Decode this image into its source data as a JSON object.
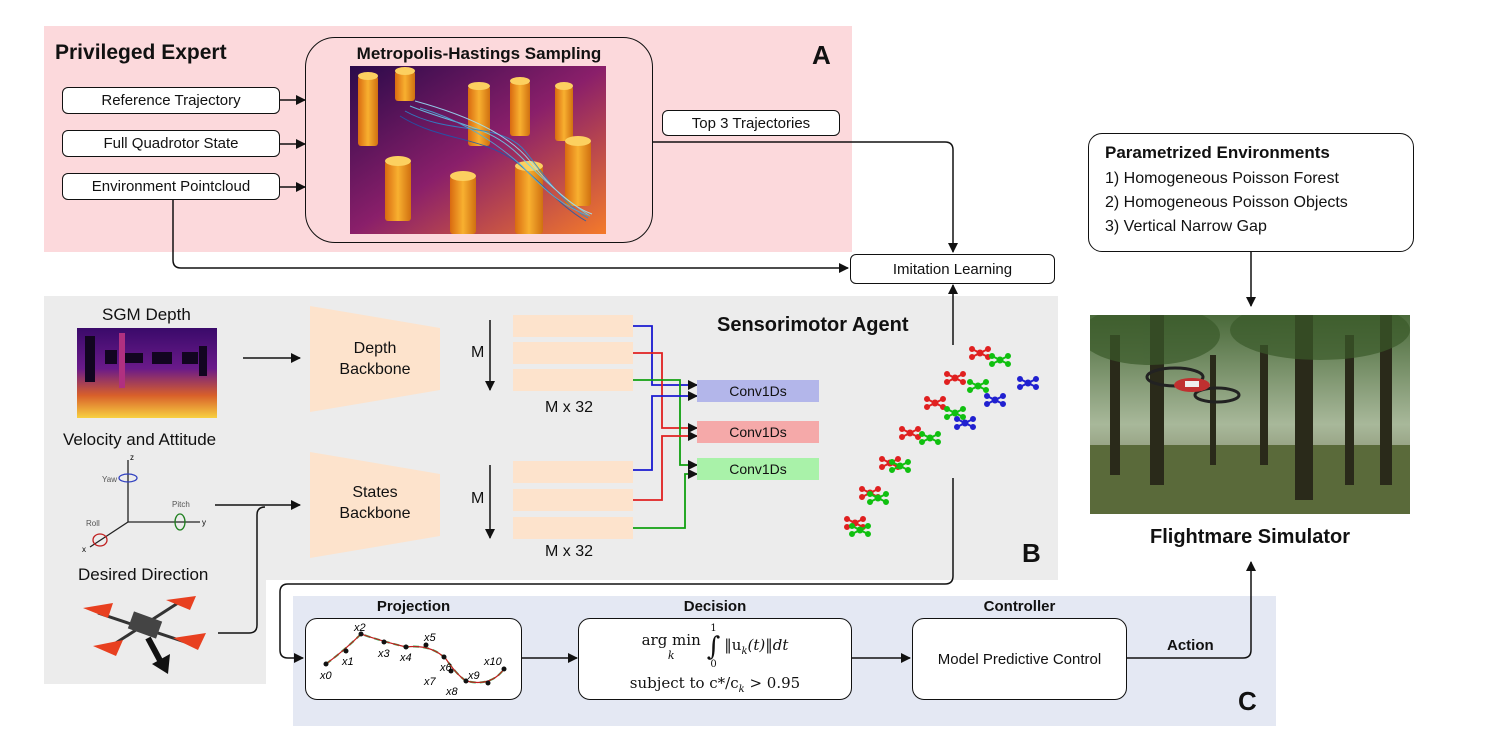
{
  "expert": {
    "title": "Privileged Expert",
    "tag": "A",
    "inputs": [
      "Reference Trajectory",
      "Full Quadrotor State",
      "Environment Pointcloud"
    ],
    "sampling_title": "Metropolis-Hastings Sampling",
    "top_traj": "Top 3 Trajectories"
  },
  "imitation": "Imitation Learning",
  "envs": {
    "title": "Parametrized Environments",
    "items": [
      "1) Homogeneous Poisson Forest",
      "2) Homogeneous Poisson Objects",
      "3) Vertical Narrow Gap"
    ]
  },
  "simulator": "Flightmare Simulator",
  "agent": {
    "title": "Sensorimotor Agent",
    "tag": "B",
    "sgm": "SGM Depth",
    "vel": "Velocity and Attitude",
    "desired": "Desired Direction",
    "depth_backbone": [
      "Depth",
      "Backbone"
    ],
    "states_backbone": [
      "States",
      "Backbone"
    ],
    "m": "M",
    "mx32": "M x 32",
    "conv": "Conv1Ds",
    "axes": {
      "yaw": "Yaw",
      "pitch": "Pitch",
      "roll": "Roll",
      "z": "z",
      "y": "y",
      "x": "x"
    }
  },
  "control": {
    "tag": "C",
    "projection": "Projection",
    "decision": "Decision",
    "controller": "Controller",
    "mpc": "Model Predictive Control",
    "action": "Action",
    "argmin": "arg min",
    "k": "k",
    "integral": "∫",
    "int_upper": "1",
    "int_lower": "0",
    "integrand": "‖u",
    "integrand_sub": "k",
    "integrand_tail": "(t)‖dt",
    "subject": "subject to c*/c",
    "subject_sub": "k",
    "subject_tail": " > 0.95",
    "points": [
      "x0",
      "x1",
      "x2",
      "x3",
      "x4",
      "x5",
      "x6",
      "x7",
      "x8",
      "x9",
      "x10"
    ]
  },
  "colors": {
    "pink": "#fcd9dc",
    "gray": "#ececec",
    "blue_region": "#e4e8f3",
    "peach": "#fde3cc",
    "conv_blue": "#b3b6ea",
    "conv_red": "#f5a9a9",
    "conv_green": "#a9f2a9"
  }
}
